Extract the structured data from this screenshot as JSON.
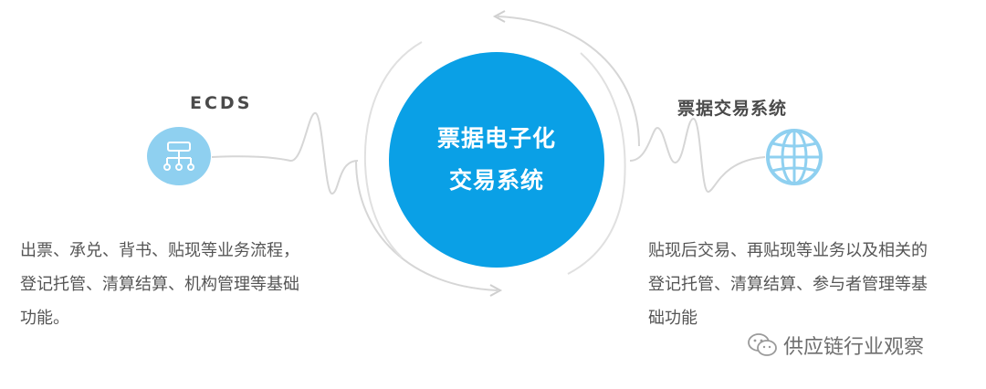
{
  "left_node": {
    "title": "ECDS",
    "icon": "flowchart-icon",
    "description_lines": [
      "出票、承兑、背书、贴现等业务流程，",
      "登记托管、清算结算、机构管理等基础",
      "功能。"
    ]
  },
  "center_node": {
    "title_lines": [
      "票据电子化",
      "交易系统"
    ]
  },
  "right_node": {
    "title": "票据交易系统",
    "icon": "globe-icon",
    "description_lines": [
      "贴现后交易、再贴现等业务以及相关的",
      "登记托管、清算结算、参与者管理等基",
      "础功能"
    ]
  },
  "watermark": {
    "text": "供应链行业观察",
    "icon": "wechat-icon"
  },
  "colors": {
    "center_blue": "#0aa0e6",
    "icon_blue": "#8fd0f0",
    "line_gray": "#d6d6d6",
    "text_gray": "#555555"
  }
}
